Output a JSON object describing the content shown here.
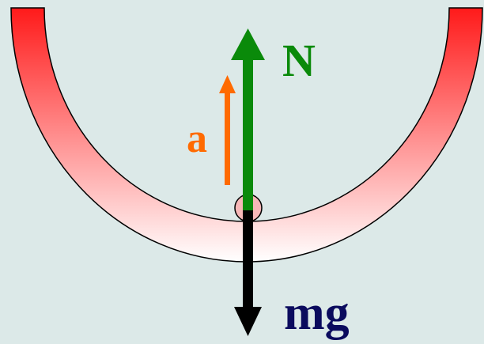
{
  "labels": {
    "normal_force": "N",
    "acceleration": "a",
    "weight": "mg"
  },
  "colors": {
    "background": "#dce9e8",
    "track_top": "#ff1a1a",
    "track_bottom": "#ffffff",
    "normal_force": "#0a8a0a",
    "acceleration": "#ff6a00",
    "weight_arrow": "#000000",
    "weight_label": "#0b0b5e",
    "ball": "#f7b8b8"
  }
}
